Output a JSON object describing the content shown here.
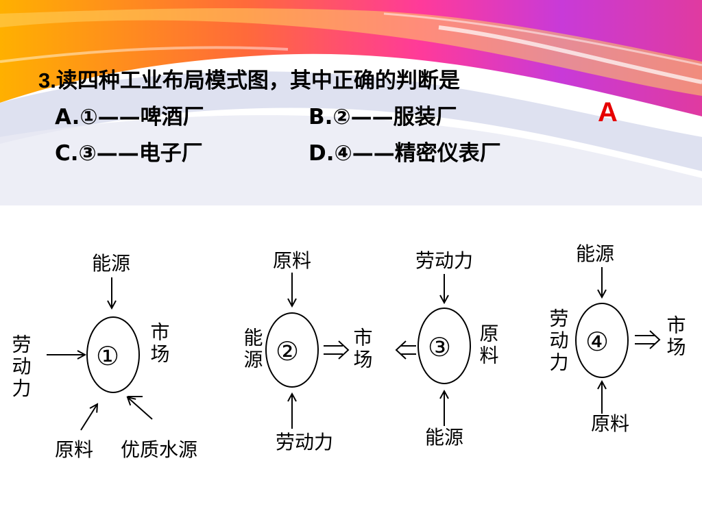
{
  "question": {
    "number": "3.",
    "stem": "读四种工业布局模式图，其中正确的判断是",
    "option_a": "A.①——啤酒厂",
    "option_b": "B.②——服装厂",
    "option_c": "C.③——电子厂",
    "option_d": "D.④——精密仪表厂"
  },
  "answer": "A",
  "diagrams": {
    "d1": {
      "center": "①",
      "top": "能源",
      "left": "劳动力",
      "right": "市场",
      "bottom_left": "原料",
      "bottom_right": "优质水源"
    },
    "d2": {
      "center": "②",
      "top": "原料",
      "left": "能源",
      "right": "市场",
      "bottom": "劳动力"
    },
    "d3": {
      "center": "③",
      "top": "劳动力",
      "right": "原料",
      "bottom": "能源"
    },
    "d4": {
      "center": "④",
      "top": "能源",
      "left": "劳动力",
      "right": "市场",
      "bottom": "原料"
    }
  },
  "colors": {
    "answer": "#e60000",
    "text": "#000000"
  }
}
